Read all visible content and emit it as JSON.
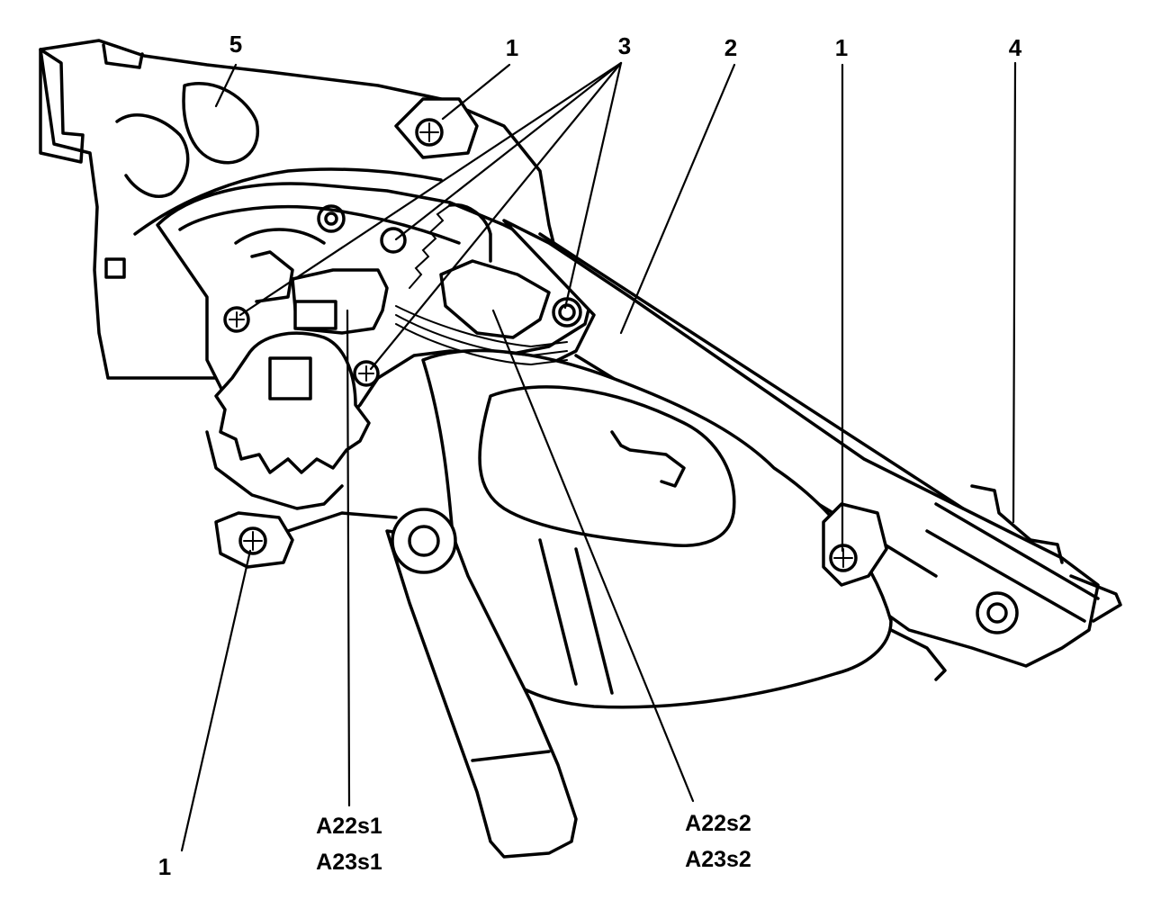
{
  "callouts": {
    "mounting_screw_top": "1",
    "screws": "3",
    "bracket": "2",
    "mounting_screw_right": "1",
    "rod": "4",
    "housing": "5",
    "mounting_screw_bottom": "1",
    "switch_1": [
      "A22s1",
      "A23s1"
    ],
    "switch_2": [
      "A22s2",
      "A23s2"
    ]
  }
}
